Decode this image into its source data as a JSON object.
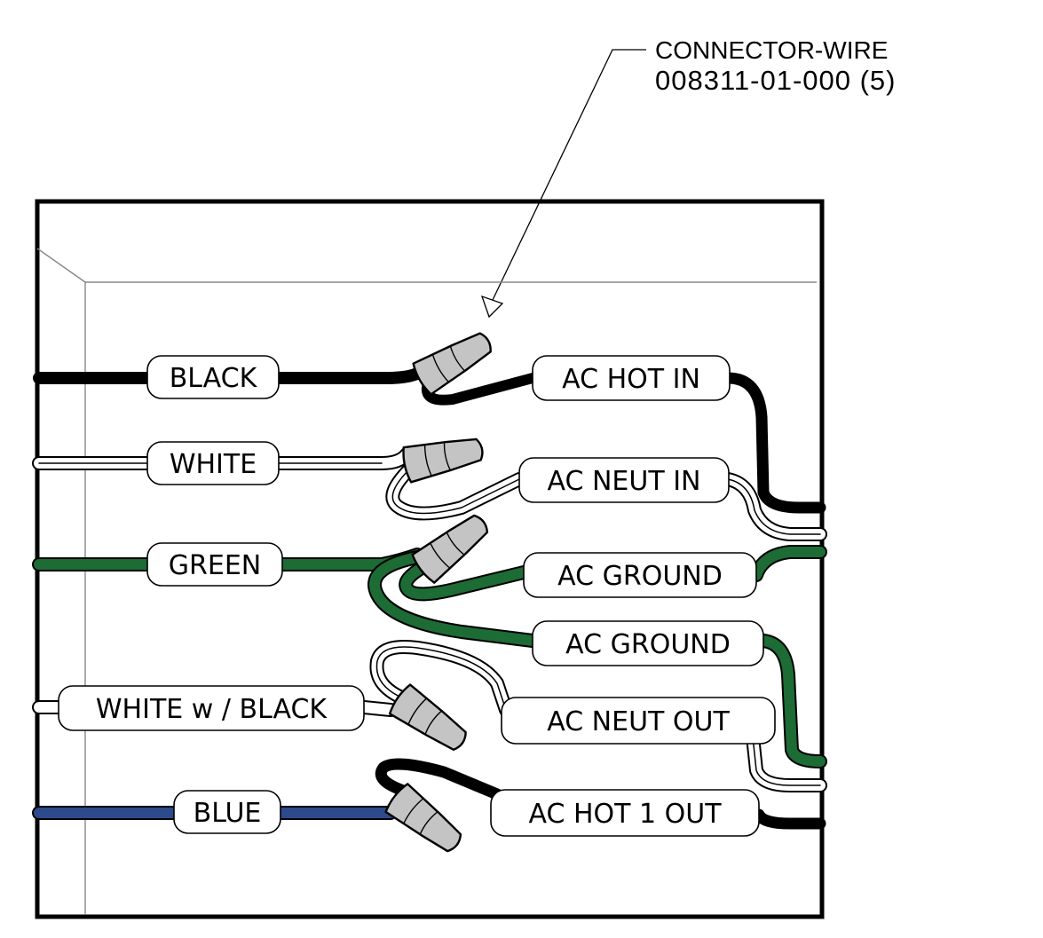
{
  "callout": {
    "title": "CONNECTOR-WIRE",
    "part_number": "008311-01-000 (5)"
  },
  "left_labels": {
    "black": "BLACK",
    "white": "WHITE",
    "green": "GREEN",
    "white_black": "WHITE w / BLACK",
    "blue": "BLUE"
  },
  "right_labels": {
    "ac_hot_in": "AC HOT IN",
    "ac_neut_in": "AC NEUT IN",
    "ac_ground_1": "AC GROUND",
    "ac_ground_2": "AC GROUND",
    "ac_neut_out": "AC  NEUT  OUT",
    "ac_hot_1_out": "AC HOT  1 OUT"
  },
  "colors": {
    "black_wire": "#000000",
    "white_wire": "#ffffff",
    "green_wire": "#1d6b35",
    "blue_wire": "#2c4a8c",
    "connector_fill": "#c4c4c4"
  }
}
